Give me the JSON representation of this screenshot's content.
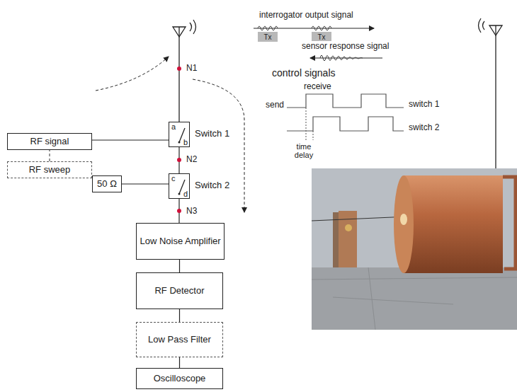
{
  "diagram": {
    "nodes": [
      {
        "text": [
          "Tx"
        ]
      },
      {
        "text": [
          "Tx"
        ]
      },
      {
        "text": [
          "RF signal"
        ]
      },
      {
        "text": [
          "RF sweep"
        ]
      },
      {
        "text": [
          "a",
          "b",
          "Switch 1"
        ]
      },
      {
        "text": [
          "50 Ω"
        ]
      },
      {
        "text": [
          "c",
          "d",
          "Switch 2"
        ]
      },
      {
        "text": [
          "Low Noise Amplifier"
        ]
      },
      {
        "text": [
          "RF Detector"
        ]
      },
      {
        "text": [
          "Low Pass Filter"
        ]
      },
      {
        "text": [
          "Oscilloscope"
        ]
      }
    ],
    "edges": [
      {
        "from": 2,
        "to": 4,
        "arrow": "none"
      },
      {
        "from": 3,
        "to": 2,
        "arrow": "none"
      },
      {
        "from": 4,
        "to": 6,
        "arrow": "none"
      },
      {
        "from": 5,
        "to": 6,
        "arrow": "none"
      },
      {
        "from": 6,
        "to": 7,
        "arrow": "none"
      },
      {
        "from": 7,
        "to": 8,
        "arrow": "none"
      },
      {
        "from": 8,
        "to": 9,
        "arrow": "none"
      },
      {
        "from": 9,
        "to": 10,
        "arrow": "none"
      }
    ],
    "labels": [
      "N1",
      "N2",
      "N3",
      "interrogator output signal",
      "sensor response signal",
      "control signals",
      "send",
      "receive",
      "switch 1",
      "switch 2",
      "time delay"
    ]
  }
}
